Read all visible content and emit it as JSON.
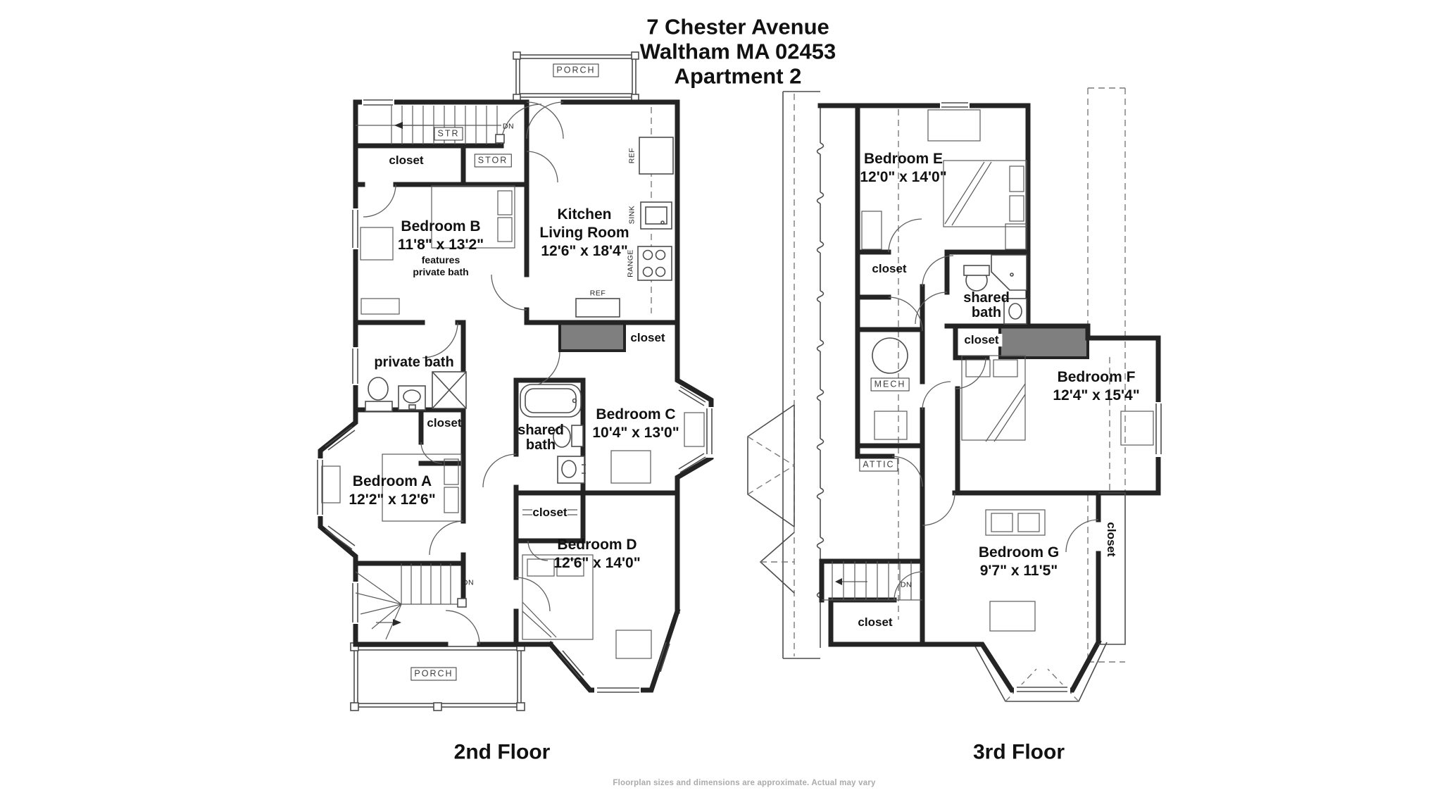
{
  "title": {
    "line1": "7 Chester Avenue",
    "line2": "Waltham MA 02453",
    "line3": "Apartment 2"
  },
  "footer": {
    "disclaimer": "Floorplan sizes and dimensions are approximate. Actual may vary"
  },
  "floor2": {
    "caption": "2nd Floor",
    "rooms": {
      "bedroom_b": {
        "name": "Bedroom B",
        "dims": "11'8\" x 13'2\"",
        "note1": "features",
        "note2": "private bath"
      },
      "kitchen": {
        "name1": "Kitchen",
        "name2": "Living Room",
        "dims": "12'6\" x 18'4\""
      },
      "bedroom_a": {
        "name": "Bedroom A",
        "dims": "12'2\" x 12'6\""
      },
      "bedroom_c": {
        "name": "Bedroom C",
        "dims": "10'4\" x 13'0\""
      },
      "bedroom_d": {
        "name": "Bedroom D",
        "dims": "12'6\" x 14'0\""
      },
      "private_bath": {
        "name": "private bath"
      },
      "shared_bath": {
        "name1": "shared",
        "name2": "bath"
      }
    },
    "labels": {
      "porch_top": "PORCH",
      "porch_bottom": "PORCH",
      "stairs": "STR",
      "storage": "STOR",
      "down_upper": "DN",
      "down_lower": "DN",
      "closet_hall": "closet",
      "closet_kitchen": "closet",
      "closet_a": "closet",
      "closet_d": "closet",
      "fridge_side": "REF",
      "fridge_bottom": "REF",
      "sink": "SINK",
      "range": "RANGE"
    }
  },
  "floor3": {
    "caption": "3rd Floor",
    "rooms": {
      "bedroom_e": {
        "name": "Bedroom E",
        "dims": "12'0\" x 14'0\""
      },
      "bedroom_f": {
        "name": "Bedroom F",
        "dims": "12'4\" x 15'4\""
      },
      "bedroom_g": {
        "name": "Bedroom G",
        "dims": "9'7\" x 11'5\""
      },
      "shared_bath": {
        "name1": "shared",
        "name2": "bath"
      }
    },
    "labels": {
      "closet_e": "closet",
      "closet_f": "closet",
      "closet_side": "closet",
      "closet_stairs": "closet",
      "mech": "MECH",
      "attic": "ATTIC",
      "down": "DN"
    }
  }
}
